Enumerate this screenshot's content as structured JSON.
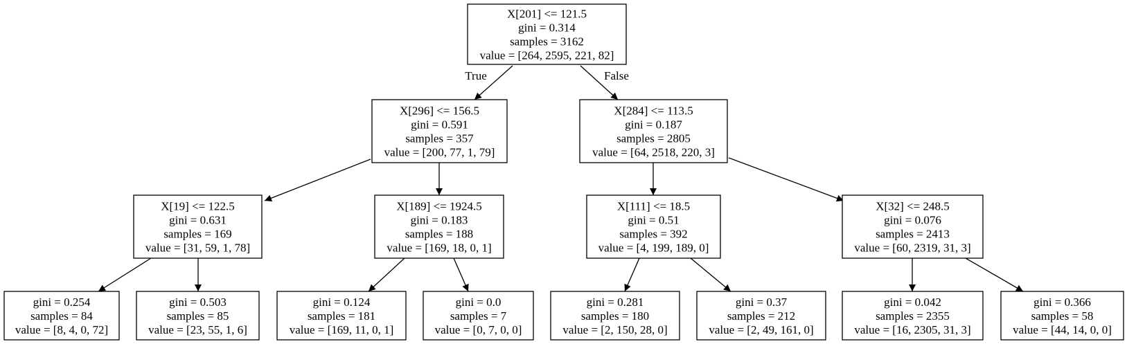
{
  "nodes": [
    {
      "id": "n0",
      "lines": [
        "X[201] <= 121.5",
        "gini = 0.314",
        "samples = 3162",
        "value = [264, 2595, 221, 82]"
      ]
    },
    {
      "id": "n1",
      "lines": [
        "X[296] <= 156.5",
        "gini = 0.591",
        "samples = 357",
        "value = [200, 77, 1, 79]"
      ]
    },
    {
      "id": "n2",
      "lines": [
        "X[284] <= 113.5",
        "gini = 0.187",
        "samples = 2805",
        "value = [64, 2518, 220, 3]"
      ]
    },
    {
      "id": "n3",
      "lines": [
        "X[19] <= 122.5",
        "gini = 0.631",
        "samples = 169",
        "value = [31, 59, 1, 78]"
      ]
    },
    {
      "id": "n4",
      "lines": [
        "X[189] <= 1924.5",
        "gini = 0.183",
        "samples = 188",
        "value = [169, 18, 0, 1]"
      ]
    },
    {
      "id": "n5",
      "lines": [
        "X[111] <= 18.5",
        "gini = 0.51",
        "samples = 392",
        "value = [4, 199, 189, 0]"
      ]
    },
    {
      "id": "n6",
      "lines": [
        "X[32] <= 248.5",
        "gini = 0.076",
        "samples = 2413",
        "value = [60, 2319, 31, 3]"
      ]
    },
    {
      "id": "n7",
      "lines": [
        "gini = 0.254",
        "samples = 84",
        "value = [8, 4, 0, 72]"
      ]
    },
    {
      "id": "n8",
      "lines": [
        "gini = 0.503",
        "samples = 85",
        "value = [23, 55, 1, 6]"
      ]
    },
    {
      "id": "n9",
      "lines": [
        "gini = 0.124",
        "samples = 181",
        "value = [169, 11, 0, 1]"
      ]
    },
    {
      "id": "n10",
      "lines": [
        "gini = 0.0",
        "samples = 7",
        "value = [0, 7, 0, 0]"
      ]
    },
    {
      "id": "n11",
      "lines": [
        "gini = 0.281",
        "samples = 180",
        "value = [2, 150, 28, 0]"
      ]
    },
    {
      "id": "n12",
      "lines": [
        "gini = 0.37",
        "samples = 212",
        "value = [2, 49, 161, 0]"
      ]
    },
    {
      "id": "n13",
      "lines": [
        "gini = 0.042",
        "samples = 2355",
        "value = [16, 2305, 31, 3]"
      ]
    },
    {
      "id": "n14",
      "lines": [
        "gini = 0.366",
        "samples = 58",
        "value = [44, 14, 0, 0]"
      ]
    }
  ],
  "edges": [
    {
      "from": "n0",
      "to": "n1",
      "label": "True"
    },
    {
      "from": "n0",
      "to": "n2",
      "label": "False"
    },
    {
      "from": "n1",
      "to": "n3",
      "label": ""
    },
    {
      "from": "n1",
      "to": "n4",
      "label": ""
    },
    {
      "from": "n2",
      "to": "n5",
      "label": ""
    },
    {
      "from": "n2",
      "to": "n6",
      "label": ""
    },
    {
      "from": "n3",
      "to": "n7",
      "label": ""
    },
    {
      "from": "n3",
      "to": "n8",
      "label": ""
    },
    {
      "from": "n4",
      "to": "n9",
      "label": ""
    },
    {
      "from": "n4",
      "to": "n10",
      "label": ""
    },
    {
      "from": "n5",
      "to": "n11",
      "label": ""
    },
    {
      "from": "n5",
      "to": "n12",
      "label": ""
    },
    {
      "from": "n6",
      "to": "n13",
      "label": ""
    },
    {
      "from": "n6",
      "to": "n14",
      "label": ""
    }
  ]
}
